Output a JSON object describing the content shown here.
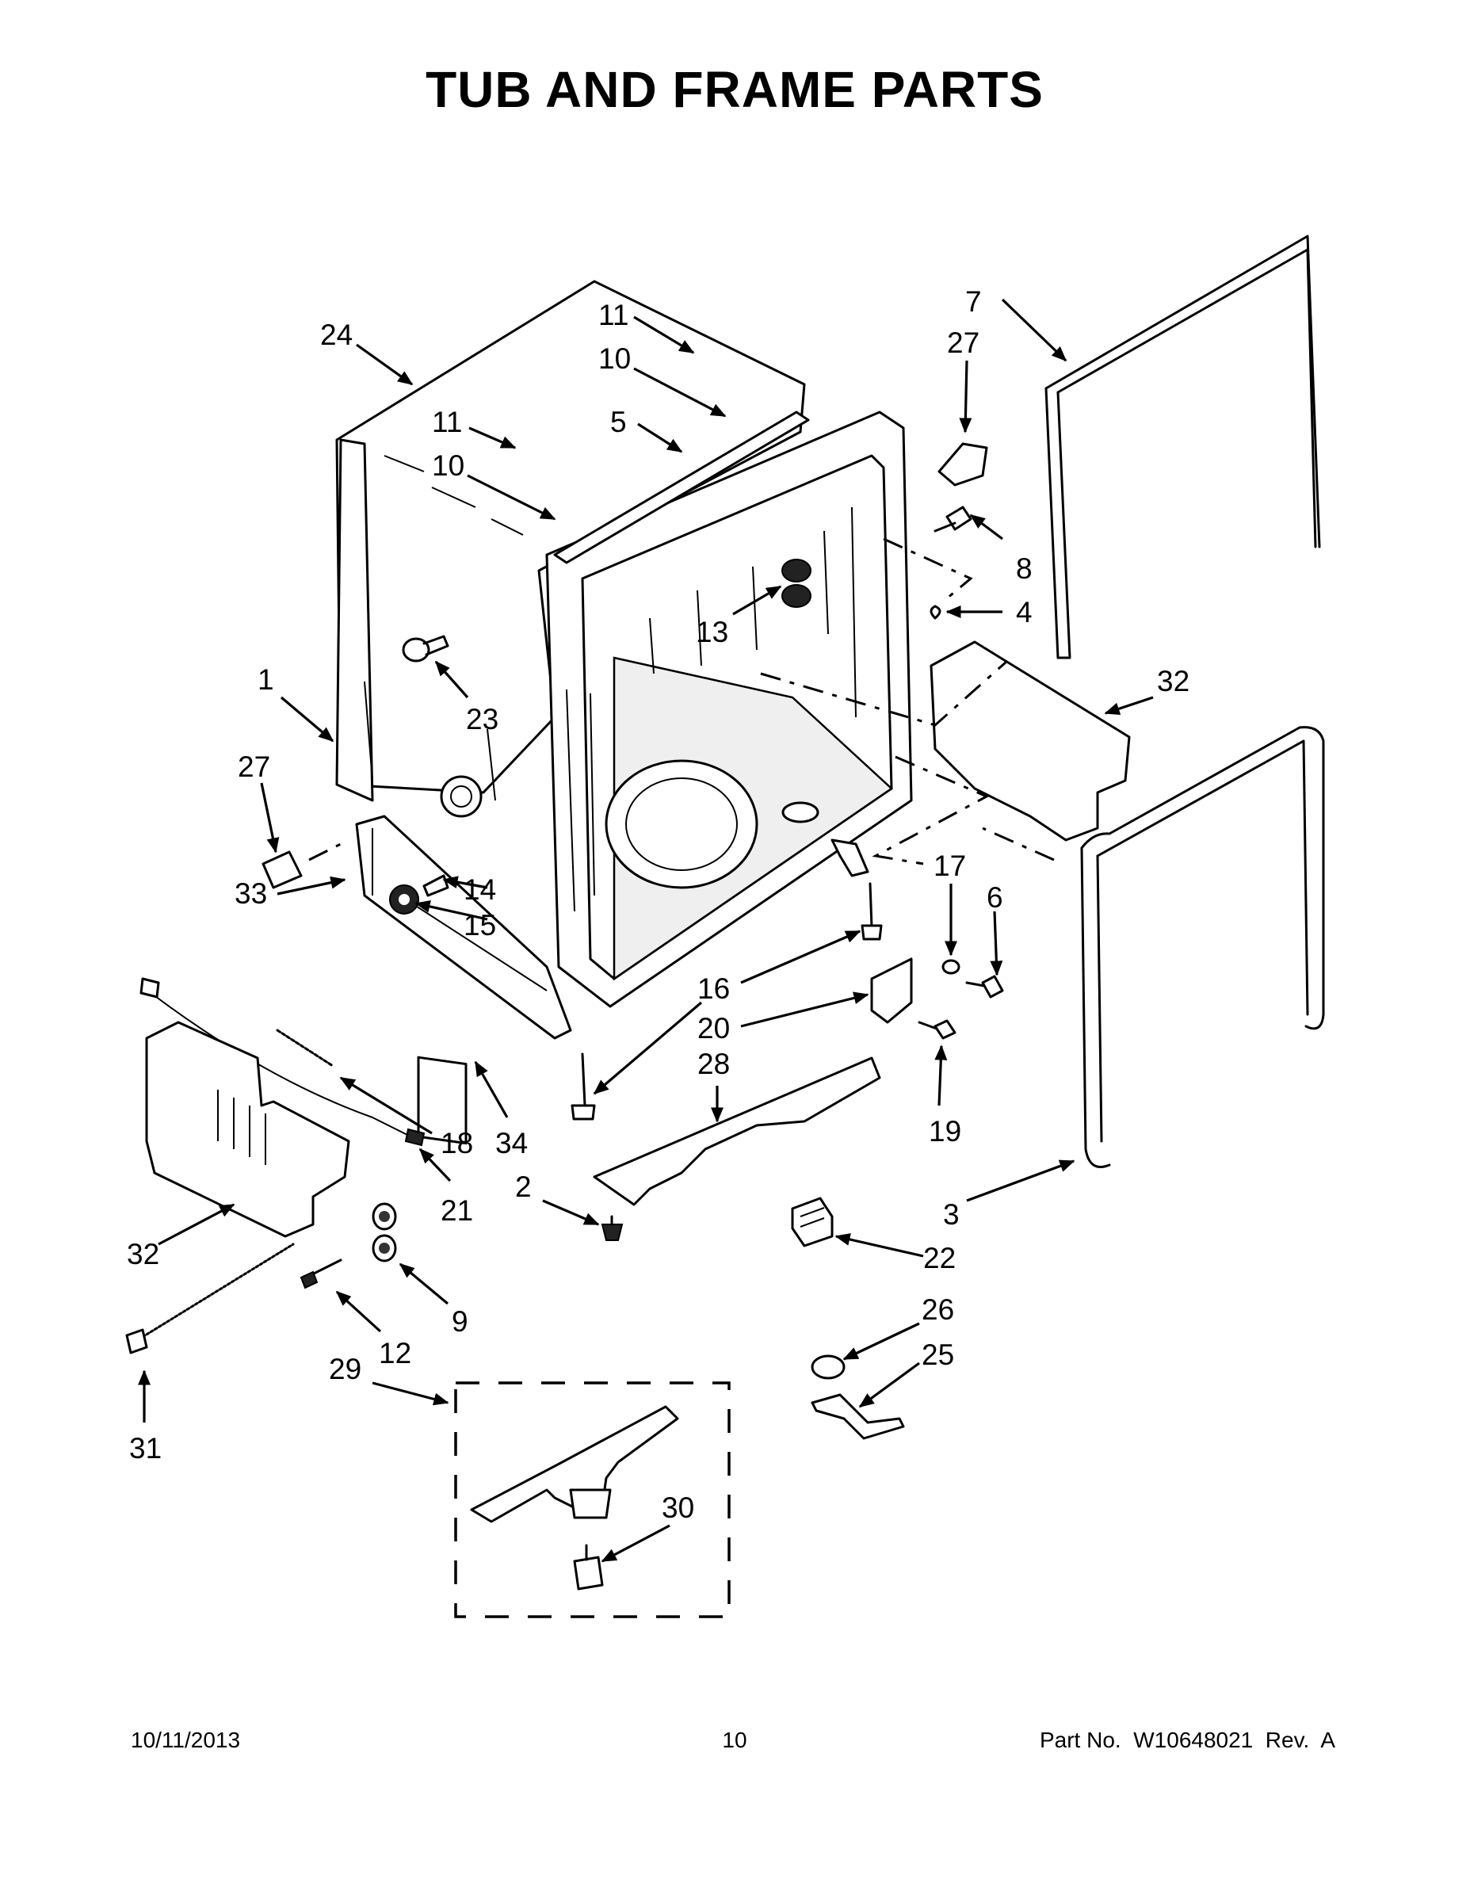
{
  "title": "TUB AND FRAME PARTS",
  "footer": {
    "date": "10/11/2013",
    "page": "10",
    "part_number": "Part No.  W10648021  Rev.  A"
  },
  "callouts": [
    {
      "id": "c-24-top",
      "label": "24"
    },
    {
      "id": "c-11-top",
      "label": "11"
    },
    {
      "id": "c-10-top",
      "label": "10"
    },
    {
      "id": "c-7",
      "label": "7"
    },
    {
      "id": "c-27-top",
      "label": "27"
    },
    {
      "id": "c-11-mid",
      "label": "11"
    },
    {
      "id": "c-5",
      "label": "5"
    },
    {
      "id": "c-10-mid",
      "label": "10"
    },
    {
      "id": "c-8",
      "label": "8"
    },
    {
      "id": "c-4",
      "label": "4"
    },
    {
      "id": "c-13",
      "label": "13"
    },
    {
      "id": "c-1",
      "label": "1"
    },
    {
      "id": "c-23",
      "label": "23"
    },
    {
      "id": "c-32-right",
      "label": "32"
    },
    {
      "id": "c-27-left",
      "label": "27"
    },
    {
      "id": "c-33",
      "label": "33"
    },
    {
      "id": "c-14",
      "label": "14"
    },
    {
      "id": "c-15",
      "label": "15"
    },
    {
      "id": "c-17",
      "label": "17"
    },
    {
      "id": "c-6",
      "label": "6"
    },
    {
      "id": "c-16",
      "label": "16"
    },
    {
      "id": "c-20",
      "label": "20"
    },
    {
      "id": "c-28",
      "label": "28"
    },
    {
      "id": "c-19",
      "label": "19"
    },
    {
      "id": "c-18",
      "label": "18"
    },
    {
      "id": "c-34",
      "label": "34"
    },
    {
      "id": "c-21",
      "label": "21"
    },
    {
      "id": "c-2",
      "label": "2"
    },
    {
      "id": "c-3",
      "label": "3"
    },
    {
      "id": "c-32-left",
      "label": "32"
    },
    {
      "id": "c-22",
      "label": "22"
    },
    {
      "id": "c-9",
      "label": "9"
    },
    {
      "id": "c-12",
      "label": "12"
    },
    {
      "id": "c-26",
      "label": "26"
    },
    {
      "id": "c-25",
      "label": "25"
    },
    {
      "id": "c-29",
      "label": "29"
    },
    {
      "id": "c-31",
      "label": "31"
    },
    {
      "id": "c-30",
      "label": "30"
    }
  ]
}
